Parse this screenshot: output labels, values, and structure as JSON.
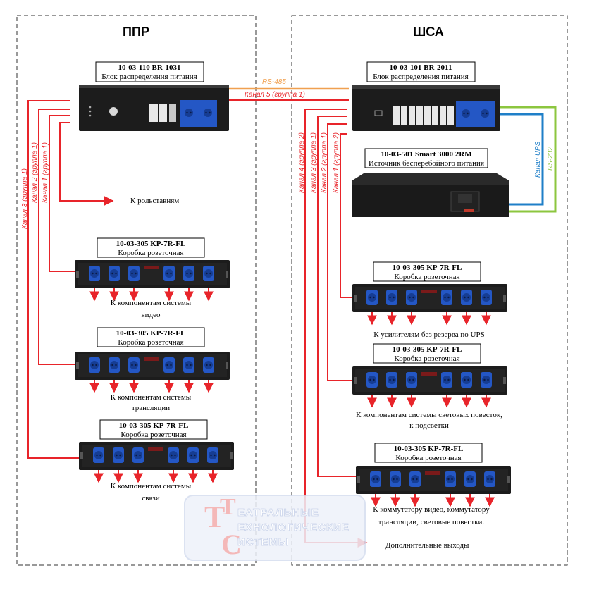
{
  "zones": [
    {
      "title": "ППР"
    },
    {
      "title": "ШСА"
    }
  ],
  "devices": [
    {
      "id": "ppr_pdu",
      "model": "10-03-110 BR-1031",
      "name": "Блок распределения питания"
    },
    {
      "id": "sha_pdu",
      "model": "10-03-101 BR-2011",
      "name": "Блок распределения питания"
    },
    {
      "id": "ups",
      "model": "10-03-501 Smart 3000 2RM",
      "name": "Источник бесперебойного питания"
    },
    {
      "id": "box_l1",
      "model": "10-03-305 KP-7R-FL",
      "name": "Коробка розеточная",
      "desc": [
        "К  компонентам  системы",
        "видео"
      ]
    },
    {
      "id": "box_l2",
      "model": "10-03-305 KP-7R-FL",
      "name": "Коробка розеточная",
      "desc": [
        "К  компонентам  системы",
        "трансляции"
      ]
    },
    {
      "id": "box_l3",
      "model": "10-03-305 KP-7R-FL",
      "name": "Коробка розеточная",
      "desc": [
        "К  компонентам  системы",
        "связи"
      ]
    },
    {
      "id": "box_r1",
      "model": "10-03-305 KP-7R-FL",
      "name": "Коробка розеточная",
      "desc": [
        "К  усилителям  без  резерва  по  UPS"
      ]
    },
    {
      "id": "box_r2",
      "model": "10-03-305 KP-7R-FL",
      "name": "Коробка розеточная",
      "desc": [
        "К  компонентам  системы  световых  повесток,",
        "к  подсветки"
      ]
    },
    {
      "id": "box_r3",
      "model": "10-03-305 KP-7R-FL",
      "name": "Коробка розеточная",
      "desc": [
        "К  коммутатору  видео,  коммутатору",
        "трансляции,  световые  повестки."
      ]
    }
  ],
  "links": {
    "rs485": "RS-485",
    "ch5": "Канал 5 (группа 1)",
    "canal_ups": "Канал UPS",
    "rs232": "RS-232",
    "left_ch1": "Канал  1 (группа 1)",
    "left_ch2": "Канал  2 (группа 1)",
    "left_ch3": "Канал  3 (группа 1)",
    "right_ch4": "Канал 4 (группа 2)",
    "right_ch3": "Канал 3 (группа 1)",
    "right_ch2": "Канал 2 (группа 1)",
    "right_ch1": "Канал 1 (группа 2)"
  },
  "outputs": {
    "roll": "К  рольставням",
    "extra": "Дополнительные  выходы"
  },
  "watermark": {
    "line1": "ЕАТРАЛЬНЫЕ",
    "line2": "ЕХНОЛОГИЧЕСКИЕ",
    "line3": "ИСТЕМЫ"
  },
  "colors": {
    "power_line": "#e8242a",
    "rs485": "#f0a050",
    "canal_ups": "#1f7fc8",
    "rs232": "#8cc63f",
    "socket": "#2457c5",
    "rack": "#1c1c1c"
  }
}
